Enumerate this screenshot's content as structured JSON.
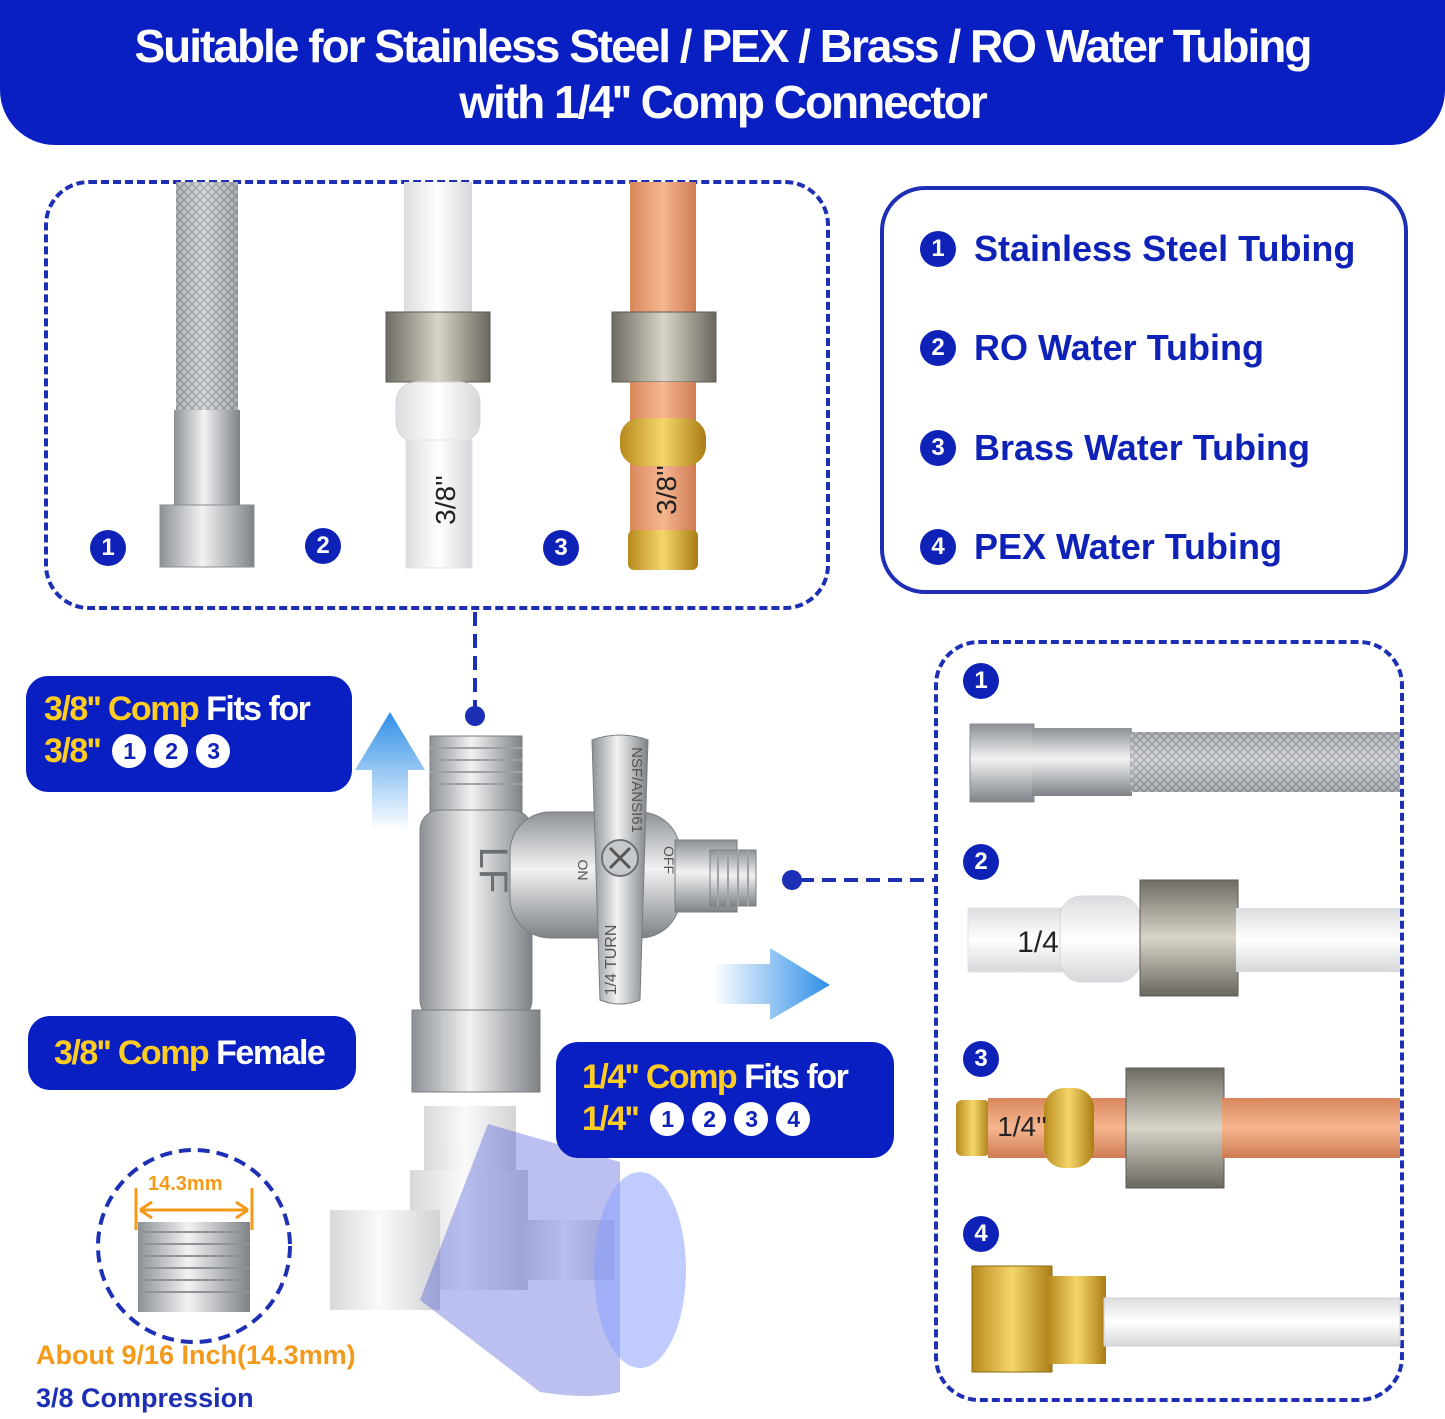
{
  "banner": {
    "line1": "Suitable for Stainless Steel  / PEX / Brass / RO Water Tubing",
    "line2": "with 1/4'' Comp Connector"
  },
  "legend": [
    {
      "num": "1",
      "label": "Stainless Steel Tubing"
    },
    {
      "num": "2",
      "label": "RO Water Tubing"
    },
    {
      "num": "3",
      "label": "Brass Water Tubing"
    },
    {
      "num": "4",
      "label": "PEX Water Tubing"
    }
  ],
  "top_tubes": [
    {
      "num": "1"
    },
    {
      "num": "2",
      "size": "3/8''"
    },
    {
      "num": "3",
      "size": "3/8''"
    }
  ],
  "right_tubes": [
    {
      "num": "1"
    },
    {
      "num": "2",
      "size": "1/4"
    },
    {
      "num": "3",
      "size": "1/4''"
    },
    {
      "num": "4"
    }
  ],
  "label_38": {
    "highlight": "3/8'' Comp",
    "rest": " Fits for",
    "size": "3/8''",
    "nums": [
      "1",
      "2",
      "3"
    ]
  },
  "label_female": {
    "highlight": "3/8'' Comp",
    "rest": " Female"
  },
  "label_14": {
    "highlight": "1/4'' Comp",
    "rest": " Fits for",
    "size": "1/4''",
    "nums": [
      "1",
      "2",
      "3",
      "4"
    ]
  },
  "valve_text": {
    "standard": "NSF/ANSI61",
    "on": "ON",
    "off": "OFF",
    "turn": "1/4 TURN"
  },
  "measure": {
    "width_label": "14.3mm",
    "note": "About 9/16 Inch(14.3mm)",
    "type": "3/8 Compression"
  },
  "colors": {
    "brand_blue": "#0a1fc2",
    "accent_yellow": "#ffcc22",
    "accent_orange": "#f39a1a"
  }
}
